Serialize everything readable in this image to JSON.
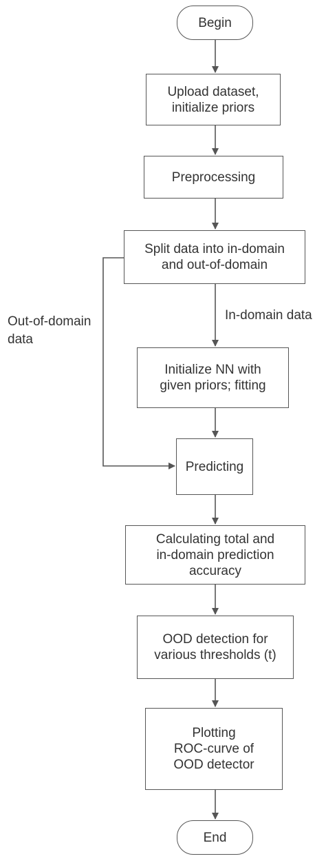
{
  "flow": {
    "begin": "Begin",
    "upload": "Upload dataset,\ninitialize priors",
    "preprocessing": "Preprocessing",
    "split": "Split data into in-domain\nand out-of-domain",
    "init_nn": "Initialize NN with\ngiven priors; fitting",
    "predicting": "Predicting",
    "accuracy": "Calculating total and\nin-domain prediction\naccuracy",
    "ood_detection": "OOD detection for\nvarious thresholds (t)",
    "plotting": "Plotting\nROC-curve of\nOOD detector",
    "end": "End"
  },
  "edge_labels": {
    "in_domain": "In-domain data",
    "out_of_domain": "Out-of-domain\ndata"
  }
}
